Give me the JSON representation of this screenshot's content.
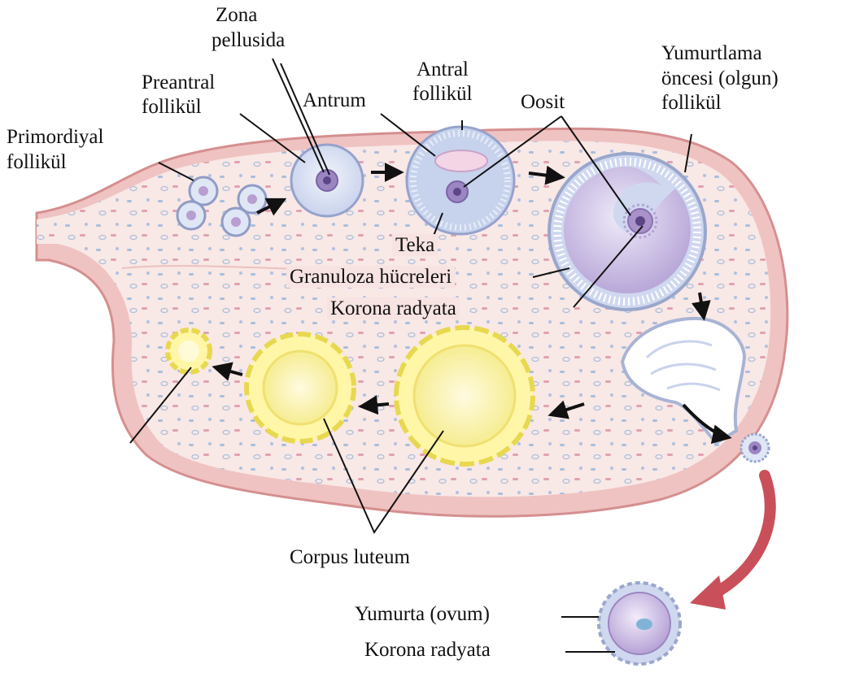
{
  "labels": {
    "zona_pellusida": [
      "Zona",
      "pellusida"
    ],
    "preantral_follikul": [
      "Preantral",
      "follikül"
    ],
    "primordiyal_follikul": [
      "Primordiyal",
      "follikül"
    ],
    "antrum": "Antrum",
    "antral_follikul": [
      "Antral",
      "follikül"
    ],
    "oosit": "Oosit",
    "yumurtlama_oncesi_follikul": [
      "Yumurtlama",
      "öncesi (olgun)",
      "follikül"
    ],
    "teka": "Teka",
    "granuloza_hucreleri": "Granuloza hücreleri",
    "korona_radyata_inner": "Korona radyata",
    "corpus_luteum": "Corpus luteum",
    "yumurta_ovum": "Yumurta (ovum)",
    "korona_radyata_ovum": "Korona radyata"
  },
  "colors": {
    "ovary_fill": "#f7e4e2",
    "ovary_outer_wall": "#e8a8a8",
    "ovary_wall_dark": "#d98c8c",
    "follicle_fill": "#dfe6f5",
    "follicle_rim": "#9aa7cc",
    "oocyte": "#b89fd0",
    "oocyte_nucleus": "#7a5a9a",
    "corpus_luteum_fill": "#fff7b0",
    "corpus_luteum_rim": "#e8d860",
    "release_arrow": "#c9505a",
    "leader_line": "#111111"
  }
}
